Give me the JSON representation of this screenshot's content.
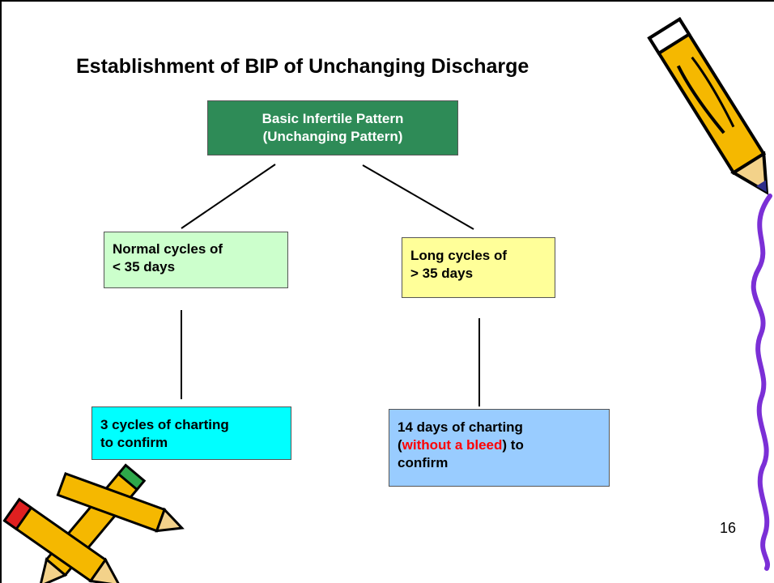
{
  "slide": {
    "title": "Establishment of BIP of Unchanging Discharge",
    "page_number": "16"
  },
  "diagram": {
    "root": {
      "line1": "Basic Infertile Pattern",
      "line2": "(Unchanging Pattern)"
    },
    "normal": {
      "line1": "Normal cycles of",
      "line2": "< 35 days",
      "confirm_line1": "3 cycles of charting",
      "confirm_line2": "to confirm"
    },
    "long": {
      "line1": "Long cycles of",
      "line2": "> 35 days",
      "confirm_line1": "14 days of charting",
      "confirm_open": "(",
      "confirm_highlight": "without a bleed",
      "confirm_close": ") to",
      "confirm_line3": "confirm"
    }
  },
  "colors": {
    "root_fill": "#2e8b57",
    "normal_fill": "#ccffcc",
    "long_fill": "#ffff99",
    "normal_confirm_fill": "#00ffff",
    "long_confirm_fill": "#99ccff",
    "highlight": "#ff0000",
    "decor_wave": "#7b2fd6"
  },
  "decorations": [
    "pencil-icon",
    "crossed-pencils-icon",
    "purple-wavy-line"
  ]
}
